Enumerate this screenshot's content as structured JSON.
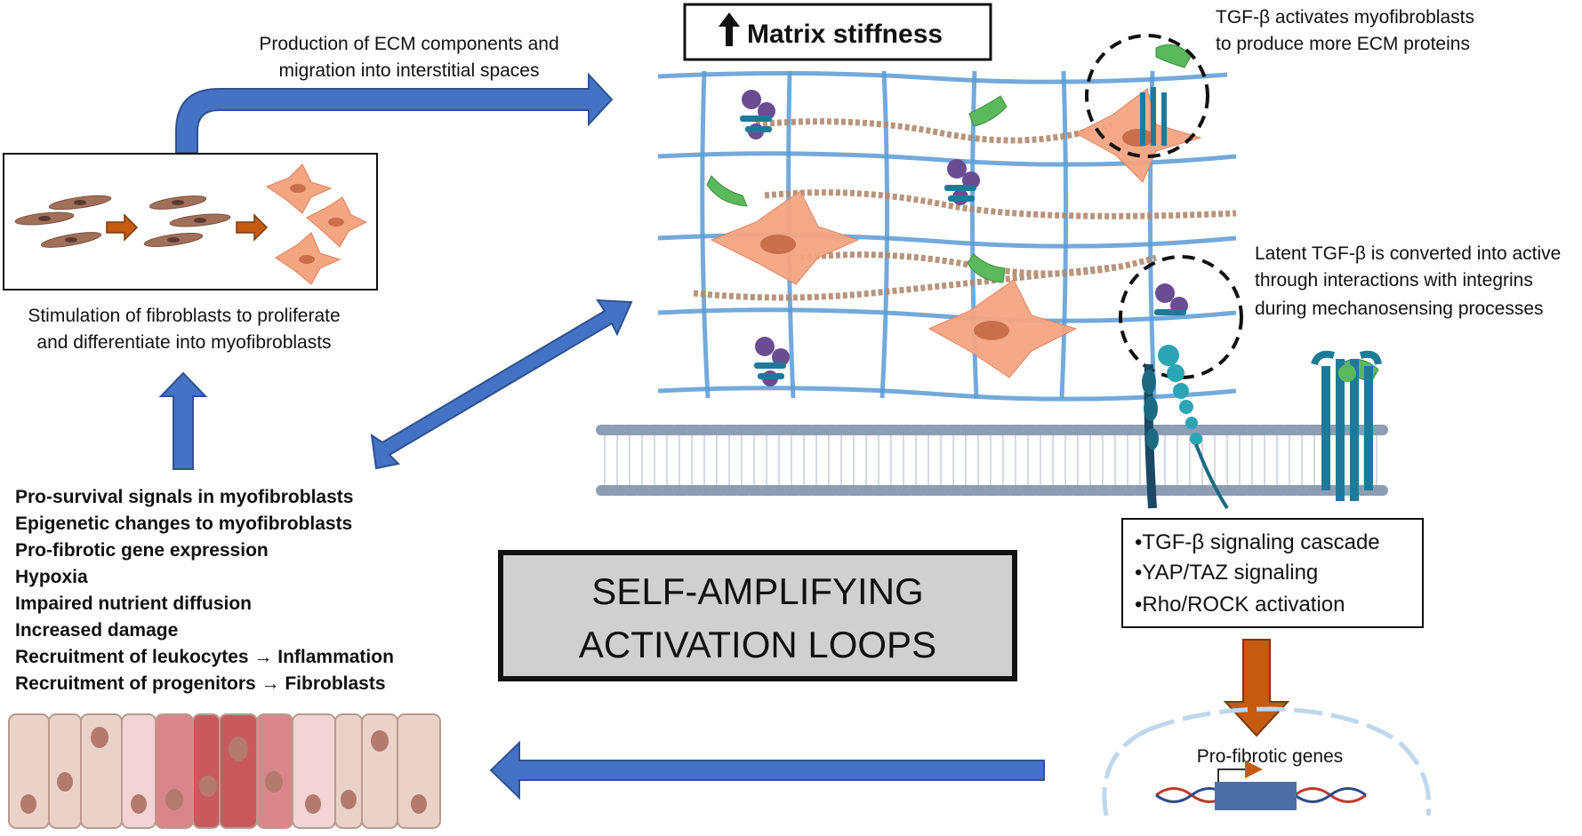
{
  "diagram": {
    "title_box": {
      "arrow": "up-arrow-icon",
      "text": "Matrix stiffness"
    },
    "top_arrow_label": {
      "line1": "Production of ECM components and",
      "line2": "migration into interstitial spaces"
    },
    "fibroblast_caption": {
      "line1": "Stimulation of fibroblasts to proliferate",
      "line2": "and differentiate into myofibroblasts"
    },
    "tgfb_activates": {
      "line1": "TGF-β activates myofibroblasts",
      "line2": "to produce more ECM proteins"
    },
    "latent_tgfb": {
      "line1": "Latent TGF-β is converted into active",
      "line2": "through interactions with integrins",
      "line3": "during mechanosensing processes"
    },
    "signaling": [
      "•TGF-β signaling cascade",
      "•YAP/TAZ signaling",
      "•Rho/ROCK activation"
    ],
    "central_box": {
      "line1": "SELF-AMPLIFYING",
      "line2": "ACTIVATION LOOPS"
    },
    "gene_label": "Pro-fibrotic genes",
    "consequences": [
      "Pro-survival signals in myofibroblasts",
      "Epigenetic changes to myofibroblasts",
      "Pro-fibrotic gene expression",
      "Hypoxia",
      "Impaired nutrient diffusion",
      "Increased damage",
      "Recruitment of leukocytes → Inflammation",
      "Recruitment of progenitors → Fibroblasts"
    ],
    "colors": {
      "blue_arrow": "#4472C4",
      "orange_arrow": "#C55A11",
      "fibroblast": "#A0705A",
      "myofibroblast": "#F4A582",
      "ecm_fiber": "#5B9BD5",
      "collagen": "#B08A6E",
      "tgfb": "#5CB85C",
      "latent_complex": "#6A4C93",
      "membrane": "#8C9DB5",
      "grey_box": "#D0D0D0"
    }
  }
}
